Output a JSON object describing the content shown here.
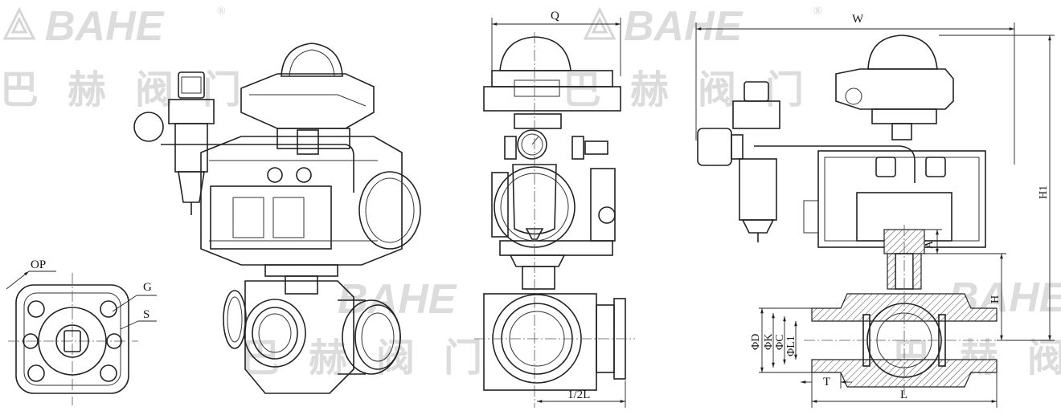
{
  "watermark": {
    "brand": "BAHE",
    "registered": "®",
    "cjk": "巴赫阀门",
    "color": "#d9d9d9"
  },
  "dimensions": {
    "op": "OP",
    "g": "G",
    "s": "S",
    "q": "Q",
    "half_l": "1/2L",
    "w": "W",
    "h1": "H1",
    "h": "H",
    "a": "A",
    "d": "ΦD",
    "k": "ΦK",
    "c": "ΦC",
    "l1": "ΦL1",
    "t": "T",
    "l": "L"
  }
}
